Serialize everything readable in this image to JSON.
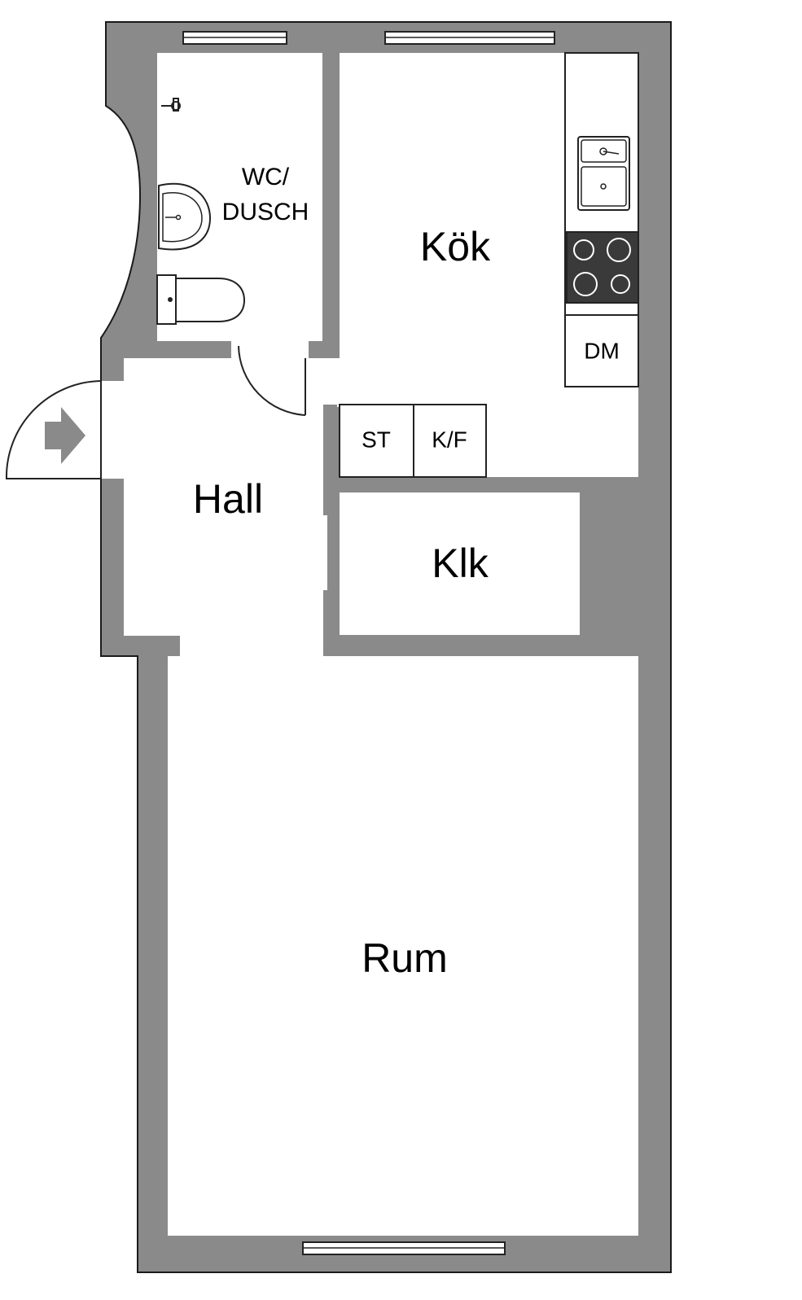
{
  "colors": {
    "wall": "#8a8a8a",
    "wall_stroke": "#1a1a1a",
    "floor": "#ffffff",
    "hob": "#3a3a3a",
    "line": "#222222"
  },
  "rooms": {
    "wc": {
      "line1": "WC/",
      "line2": "DUSCH"
    },
    "kitchen": "Kök",
    "hall": "Hall",
    "closet": "Klk",
    "living": "Rum"
  },
  "fixtures": {
    "stove_tall_cabinet": "ST",
    "fridge_freezer": "K/F",
    "dishwasher": "DM"
  },
  "icons": {
    "entrance": "entrance-arrow-icon",
    "sink": "sink-icon",
    "washbasin": "washbasin-icon",
    "toilet": "toilet-icon",
    "hob": "hob-icon",
    "shower_tap": "shower-tap-icon"
  }
}
